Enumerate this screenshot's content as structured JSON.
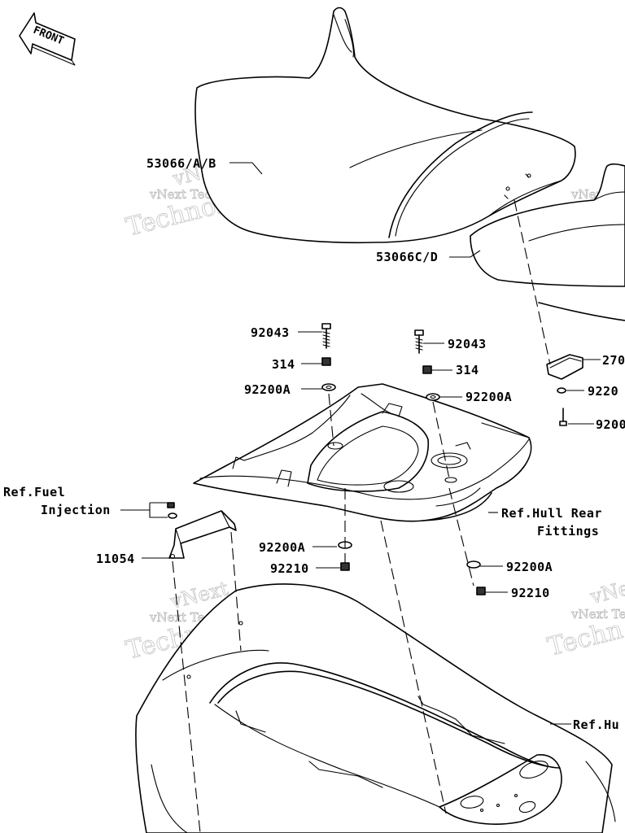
{
  "front_marker": "FRONT",
  "callouts": {
    "seat_front": "53066/A/B",
    "seat_rear": "53066C/D",
    "bolt_left": "92043",
    "nut_left": "314",
    "washer_left": "92200A",
    "bolt_right": "92043",
    "nut_right": "314",
    "washer_right": "92200A",
    "ref_fuel_line1": "Ref.Fuel",
    "ref_fuel_line2": "Injection",
    "bracket": "11054",
    "washer_lower_left": "92200A",
    "nut_lower_left": "92210",
    "ref_hull_rear_line1": "Ref.Hull Rear",
    "ref_hull_rear_line2": "Fittings",
    "washer_lower_right": "92200A",
    "nut_lower_right": "92210",
    "ref_hull_cut": "Ref.Hu",
    "part_270_cut": "270",
    "part_9220_cut": "9220",
    "part_9200_cut": "9200"
  },
  "watermark": {
    "brand": "vNext",
    "company": "vNext Technologies",
    "word": "Technologies",
    "word_cut": "Technolo",
    "company_cut": "vNext Te",
    "word_short": "Techn"
  }
}
